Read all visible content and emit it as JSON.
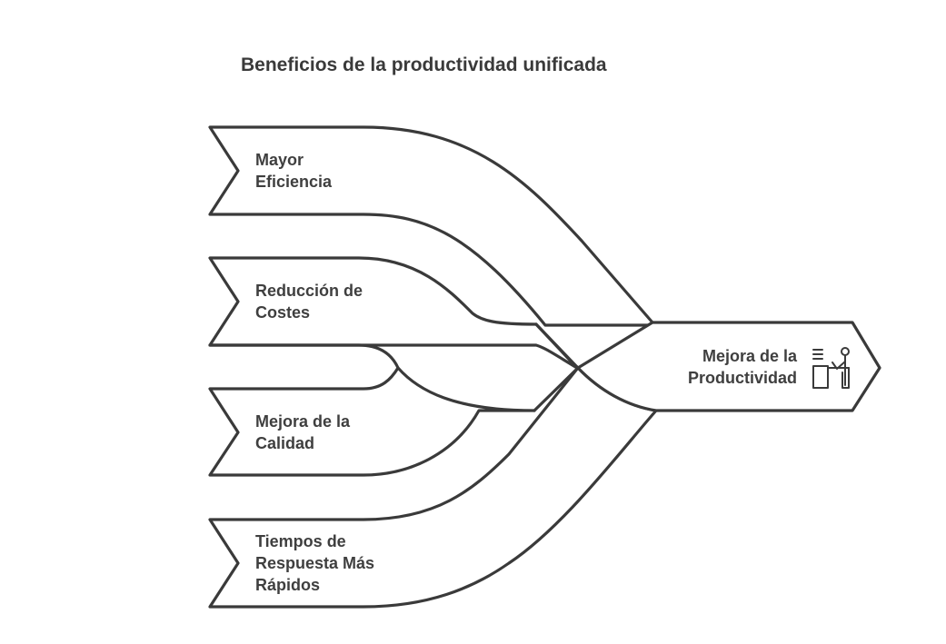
{
  "title": "Beneficios de la productividad unificada",
  "inputs": [
    {
      "lines": [
        "Mayor",
        "Eficiencia"
      ]
    },
    {
      "lines": [
        "Reducción de",
        "Costes"
      ]
    },
    {
      "lines": [
        "Mejora de la",
        "Calidad"
      ]
    },
    {
      "lines": [
        "Tiempos de",
        "Respuesta Más",
        "Rápidos"
      ]
    }
  ],
  "output": {
    "lines": [
      "Mejora de la",
      "Productividad"
    ],
    "icon": "person-at-desk-icon"
  },
  "colors": {
    "stroke": "#3a3a3a",
    "fill": "#ffffff",
    "text": "#3f3f3f"
  }
}
